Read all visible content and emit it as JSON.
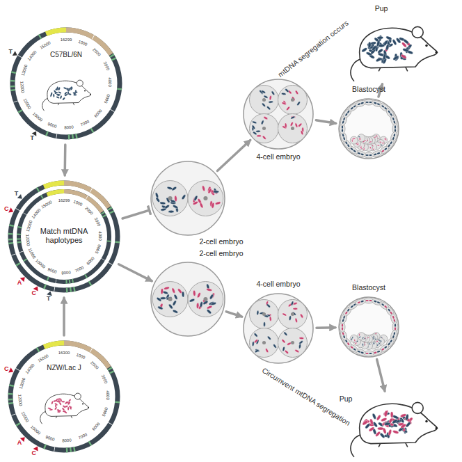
{
  "diagram": {
    "nodes": [
      {
        "text": [
          "C57BL/6N"
        ]
      },
      {
        "text": [
          "Match mtDNA haplotypes"
        ]
      },
      {
        "text": [
          "NZW/Lac J"
        ]
      },
      {
        "text": [
          "2-cell embryo"
        ]
      },
      {
        "text": [
          "4-cell embryo"
        ]
      },
      {
        "text": [
          "Blastocyst"
        ]
      },
      {
        "text": [
          "Pup"
        ]
      },
      {
        "text": [
          "2-cell embryo"
        ]
      },
      {
        "text": [
          "4-cell embryo"
        ]
      },
      {
        "text": [
          "Blastocyst"
        ]
      },
      {
        "text": [
          "Pup"
        ]
      }
    ],
    "edges": [
      {
        "from": 0,
        "to": 1,
        "arrow": "to"
      },
      {
        "from": 2,
        "to": 1,
        "arrow": "to"
      },
      {
        "from": 1,
        "to": 3,
        "arrow": "to"
      },
      {
        "from": 1,
        "to": 7,
        "arrow": "to"
      },
      {
        "from": 3,
        "to": 4,
        "arrow": "to"
      },
      {
        "from": 4,
        "to": 5,
        "arrow": "to"
      },
      {
        "from": 5,
        "to": 6,
        "arrow": "to"
      },
      {
        "from": 7,
        "to": 8,
        "arrow": "to"
      },
      {
        "from": 8,
        "to": 9,
        "arrow": "to"
      },
      {
        "from": 9,
        "to": 10,
        "arrow": "to"
      }
    ],
    "labels": [
      "16299",
      "1000",
      "2000",
      "3000",
      "4000",
      "5000",
      "6000",
      "7000",
      "8000",
      "9000",
      "10000",
      "11000",
      "12000",
      "13000",
      "14000",
      "15000",
      "16299",
      "1000",
      "2000",
      "3000",
      "4000",
      "5000",
      "6000",
      "7000",
      "8000",
      "9000",
      "10000",
      "11000",
      "12000",
      "13000",
      "14000",
      "15000",
      "16300",
      "1000",
      "2000",
      "3000",
      "4000",
      "5000",
      "6000",
      "7000",
      "8000",
      "9000",
      "10000",
      "11000",
      "12000",
      "13000",
      "14000",
      "15000",
      "T",
      "T",
      "T",
      "C",
      "A",
      "C",
      "T",
      "C",
      "A",
      "C",
      "mtDNA segregation occurs",
      "Circumvent mtDNA segregation"
    ]
  }
}
